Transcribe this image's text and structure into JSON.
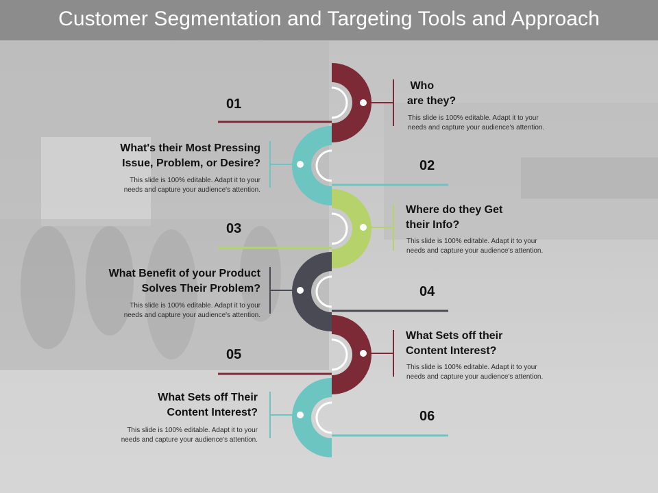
{
  "title": "Customer Segmentation and Targeting Tools and Approach",
  "colors": {
    "maroon": "#7b2a36",
    "teal": "#6cc5c0",
    "green": "#b5d36a",
    "charcoal": "#4a4a54"
  },
  "steps": [
    {
      "num": "01",
      "title_line1": " Who",
      "title_line2": "are they?",
      "desc_line1": "This slide is 100% editable. Adapt it to your",
      "desc_line2": "needs and capture your audience's attention.",
      "color": "#7b2a36"
    },
    {
      "num": "02",
      "title_line1": "What's their Most Pressing",
      "title_line2": "Issue, Problem, or Desire?",
      "desc_line1": "This slide is 100% editable. Adapt it to your",
      "desc_line2": "needs and capture your audience's attention.",
      "color": "#6cc5c0"
    },
    {
      "num": "03",
      "title_line1": "Where do they Get",
      "title_line2": "their Info?",
      "desc_line1": "This slide is 100% editable. Adapt it to your",
      "desc_line2": "needs and capture your audience's attention.",
      "color": "#b5d36a"
    },
    {
      "num": "04",
      "title_line1": "What Benefit of your Product",
      "title_line2": "Solves Their Problem?",
      "desc_line1": "This slide is 100% editable. Adapt it to your",
      "desc_line2": "needs and capture your audience's attention.",
      "color": "#4a4a54"
    },
    {
      "num": "05",
      "title_line1": "What Sets off their",
      "title_line2": "Content Interest?",
      "desc_line1": "This slide is 100% editable. Adapt it to your",
      "desc_line2": "needs and capture your audience's attention.",
      "color": "#7b2a36"
    },
    {
      "num": "06",
      "title_line1": "What Sets off Their",
      "title_line2": "Content Interest?",
      "desc_line1": "This slide is 100% editable. Adapt it to your",
      "desc_line2": "needs and capture your audience's attention.",
      "color": "#6cc5c0"
    }
  ]
}
